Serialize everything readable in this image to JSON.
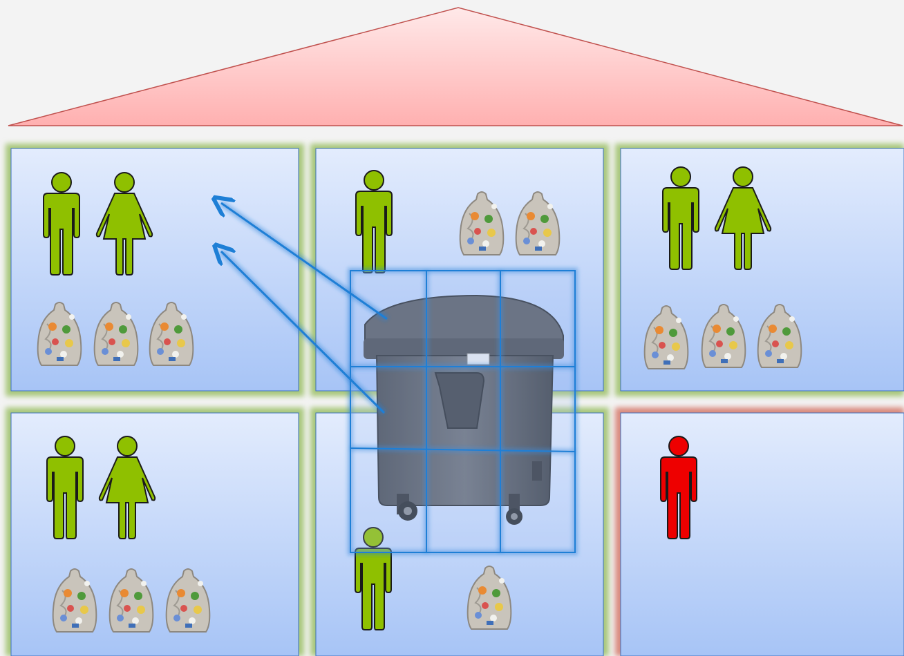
{
  "scene": {
    "roof_color": "#ffb3b3",
    "apartment_border_color": "#a8c77a",
    "alert_border_color": "#d9897b",
    "person_color": "#8fc000",
    "alert_person_color": "#ee0000",
    "grid_color": "#1e7fd6"
  },
  "apartments": [
    {
      "id": "top-left",
      "people": [
        "man",
        "woman"
      ],
      "bags": 3,
      "status": "normal"
    },
    {
      "id": "top-middle",
      "people": [
        "man"
      ],
      "bags": 2,
      "status": "normal"
    },
    {
      "id": "top-right",
      "people": [
        "man",
        "woman"
      ],
      "bags": 3,
      "status": "normal"
    },
    {
      "id": "bottom-left",
      "people": [
        "man",
        "woman"
      ],
      "bags": 3,
      "status": "normal"
    },
    {
      "id": "bottom-middle",
      "people": [
        "man"
      ],
      "bags": 1,
      "status": "normal"
    },
    {
      "id": "bottom-right",
      "people": [
        "man"
      ],
      "bags": 0,
      "status": "alert"
    }
  ],
  "shared_container": {
    "grid_rows": 3,
    "grid_cols": 3,
    "arrows_to": "top-left"
  }
}
